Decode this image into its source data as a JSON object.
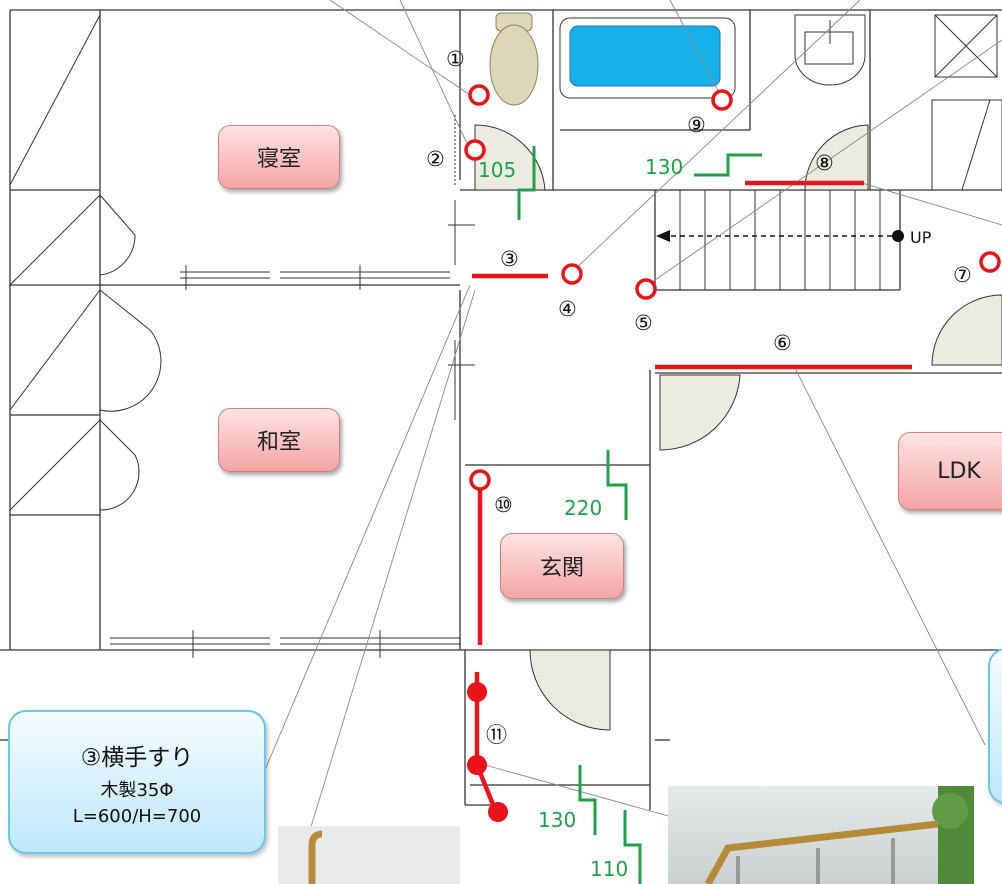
{
  "rooms": {
    "bedroom": "寝室",
    "washitsu": "和室",
    "genkan": "玄関",
    "ldk": "LDK"
  },
  "markers": {
    "m1": "①",
    "m2": "②",
    "m3": "③",
    "m4": "④",
    "m5": "⑤",
    "m6": "⑥",
    "m7": "⑦",
    "m8": "⑧",
    "m9": "⑨",
    "m10": "⑩",
    "m11": "⑪"
  },
  "steps": {
    "s105": "105",
    "s130a": "130",
    "s220": "220",
    "s130b": "130",
    "s110": "110"
  },
  "stair_label": "UP",
  "callout": {
    "title": "③横手すり",
    "material": "木製35Φ",
    "dims": "L=600/H=700"
  },
  "colors": {
    "handrail": "#e8141a",
    "step_height": "#1fa04a",
    "room_label_bg": "#f4a5a5",
    "callout_bg": "#bfe8fb"
  }
}
